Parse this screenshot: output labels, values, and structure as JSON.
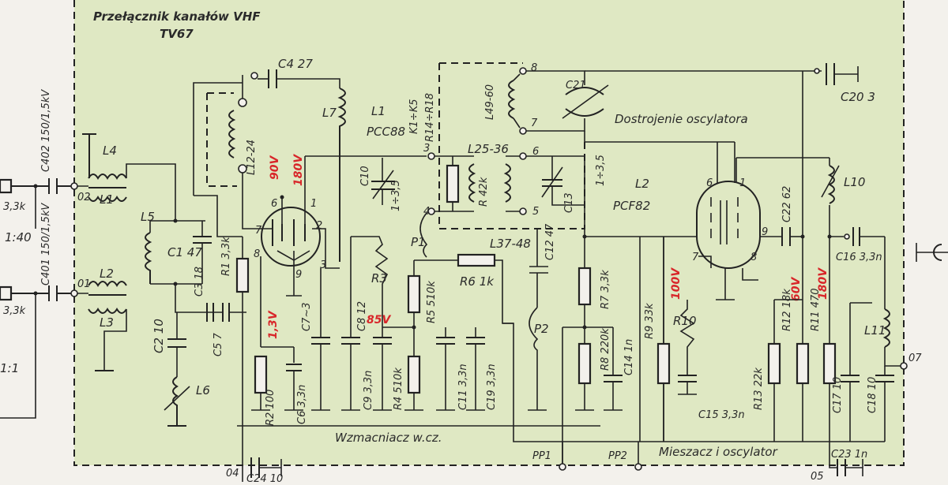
{
  "title": {
    "line1": "Przełącznik kanałów VHF",
    "line2": "TV67"
  },
  "colors": {
    "panel": "#dfe8c3",
    "voltage_labels": "#d8262a",
    "lines": "#222222"
  },
  "sections": {
    "rf_amp": "Wzmacniacz w.cz.",
    "mixer": "Mieszacz i oscylator",
    "osc_tuning": "Dostrojenie oscylatora"
  },
  "tubes": {
    "l1_name": "L1",
    "l1_type": "PCC88",
    "l2_name": "L2",
    "l2_type": "PCF82"
  },
  "switch_contacts": {
    "k": "K1÷K5",
    "r": "R14÷R18"
  },
  "input": {
    "r_top": "3,3k",
    "r_bottom": "3,3k",
    "ratio": "1:40",
    "ratio2": "1:1",
    "c402": "C402 150/1,5kV",
    "c401": "C401 150/1,5kV",
    "t02": "02",
    "t01": "01"
  },
  "components": {
    "L4": "L4",
    "L1coil": "L1",
    "L2coil": "L2",
    "L3": "L3",
    "L5": "L5",
    "C1": "C1 47",
    "C2": "C2 10",
    "L6": "L6",
    "C3": "C3 18",
    "C5": "C5 7",
    "R1": "R1 3,3k",
    "L12": "L12-24",
    "C4": "C4 27",
    "L7": "L7",
    "R2": "R2 100",
    "C6": "C6 3,3n",
    "C7": "C7~3",
    "C8": "C8 12",
    "C9": "C9 3,3n",
    "R3": "R3",
    "R4": "R4 510k",
    "R5": "R5 510k",
    "R6": "R6 1k",
    "P1": "P1",
    "P2": "P2",
    "C10": "C10",
    "C10val": "1÷3,5",
    "C11": "C11 3,3n",
    "C19": "C19 3,3n",
    "C12": "C12 47",
    "L25": "L25-36",
    "L37": "L37-48",
    "R42": "R 42k",
    "C13": "C13",
    "C13val": "1÷3,5",
    "L49": "L49-60",
    "C21": "C21",
    "C20": "C20 3",
    "R7": "R7 3,3k",
    "R8": "R8 220k",
    "C14": "C14 1n",
    "R9": "R9 33k",
    "R10": "R10",
    "C15": "C15 3,3n",
    "C22": "C22 62",
    "R12": "R12 18k",
    "R13": "R13 22k",
    "R11": "R11 470",
    "L10": "L10",
    "C16": "C16 3,3n",
    "L11": "L11",
    "C17": "C17 10",
    "C18": "C18 10",
    "C23": "C23 1n",
    "C24": "C24 10",
    "t04": "04",
    "t05": "05",
    "t07": "07",
    "PP1": "PP1",
    "PP2": "PP2"
  },
  "pins": {
    "p1": "1",
    "p2": "2",
    "p3": "3",
    "p4": "4",
    "p5": "5",
    "p6": "6",
    "p7": "7",
    "p8": "8",
    "p9": "9"
  },
  "voltages": {
    "v90": "90V",
    "v180a": "180V",
    "v13": "1,3V",
    "v85": "85V",
    "v100": "100V",
    "v60": "60V",
    "v180b": "180V"
  }
}
